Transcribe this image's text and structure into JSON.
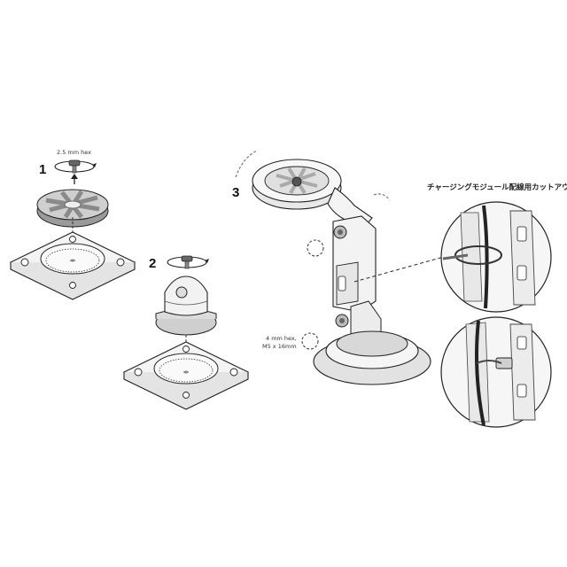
{
  "step1": {
    "number": "1",
    "tool_label": "2.5 mm hex"
  },
  "step2": {
    "number": "2"
  },
  "step3": {
    "number": "3",
    "bolt_label_line1": "4 mm hex,",
    "bolt_label_line2": "M5 x 16mm"
  },
  "callout": {
    "title": "チャージングモジュール配線用カットアウト"
  },
  "colors": {
    "line": "#222222",
    "fill": "#f4f4f4",
    "shade": "#cfcfcf",
    "dark": "#555555"
  }
}
